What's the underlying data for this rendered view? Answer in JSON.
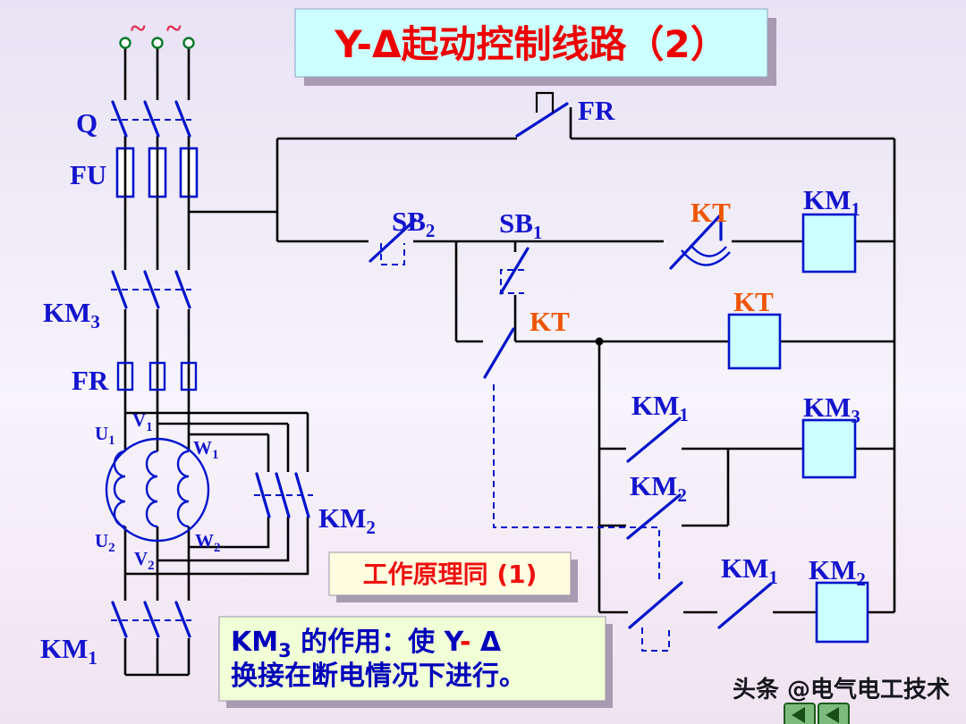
{
  "title": "Y-Δ起动控制线路（2）",
  "supply": {
    "tilde1": "~",
    "tilde2": "~"
  },
  "power": {
    "q": "Q",
    "fu": "FU",
    "km3": {
      "base": "KM",
      "sub": "3"
    },
    "fr": "FR",
    "km1": {
      "base": "KM",
      "sub": "1"
    },
    "km2": {
      "base": "KM",
      "sub": "2"
    }
  },
  "motor": {
    "u1": {
      "base": "U",
      "sub": "1"
    },
    "v1": {
      "base": "V",
      "sub": "1"
    },
    "w1": {
      "base": "W",
      "sub": "1"
    },
    "u2": {
      "base": "U",
      "sub": "2"
    },
    "v2": {
      "base": "V",
      "sub": "2"
    },
    "w2": {
      "base": "W",
      "sub": "2"
    }
  },
  "control": {
    "fr": "FR",
    "sb2": {
      "base": "SB",
      "sub": "2"
    },
    "sb1": {
      "base": "SB",
      "sub": "1"
    },
    "kt_top": "KT",
    "kt_mid": "KT",
    "kt_coil": "KT",
    "km1_coil": {
      "base": "KM",
      "sub": "1"
    },
    "km3_coil": {
      "base": "KM",
      "sub": "3"
    },
    "km2_coil": {
      "base": "KM",
      "sub": "2"
    },
    "km1_aux": {
      "base": "KM",
      "sub": "1"
    },
    "km2_aux": {
      "base": "KM",
      "sub": "2"
    },
    "km1_bottom": {
      "base": "KM",
      "sub": "1"
    }
  },
  "notes": {
    "note1": "工作原理同 (1)",
    "note2": {
      "p1": "KM",
      "sub": "3",
      "p2": " 的作用：使 Y",
      "dash": "-",
      "p3": " Δ",
      "line2": "换接在断电情况下进行。"
    }
  },
  "watermark": "头条 @电气电工技术",
  "colors": {
    "coil_fill": "#CCFFFF",
    "symbol_blue": "#0014CC",
    "label_blue": "#1414CE",
    "kt_orange": "#EE5504",
    "title_red": "#EE0000",
    "note_text_blue": "#0000BB"
  }
}
